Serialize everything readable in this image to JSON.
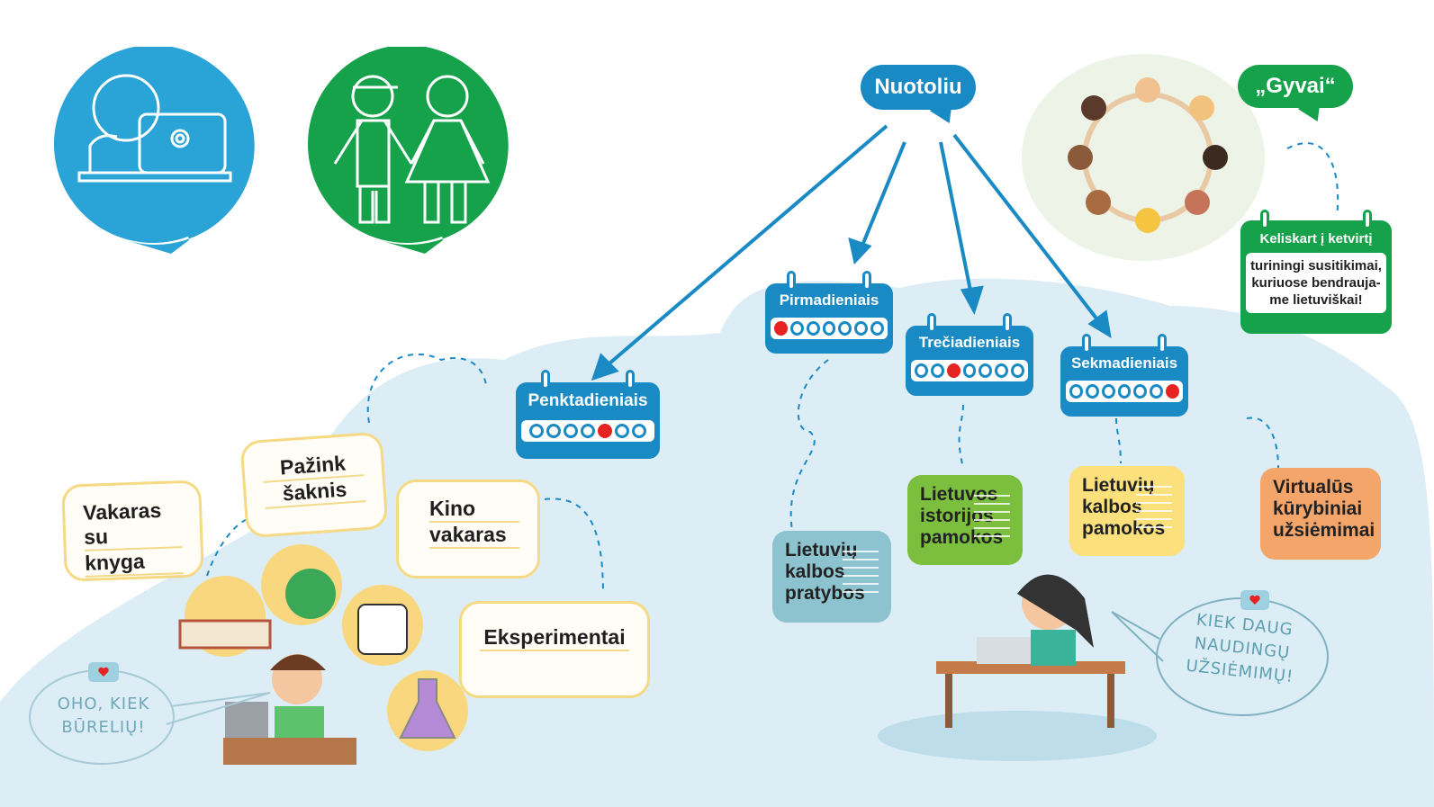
{
  "hub": {
    "label": "Nuotoliu",
    "color": "#1a8ac4"
  },
  "live": {
    "label": "„Gyvai“",
    "color": "#16a24a"
  },
  "icons": {
    "remote": "child-at-laptop-icon",
    "live": "two-children-icon"
  },
  "schedule": [
    {
      "day": "Pirmadieniais",
      "active_index": 0
    },
    {
      "day": "Trečiadieniais",
      "active_index": 2
    },
    {
      "day": "Penktadieniais",
      "active_index": 4
    },
    {
      "day": "Sekmadieniais",
      "active_index": 6
    }
  ],
  "live_calendar": {
    "title": "Keliskart į ketvirtį",
    "body": [
      "turiningi susitikimai,",
      "kuriuose bendrauja-",
      "me lietuviškai!"
    ]
  },
  "lessons": [
    {
      "text": [
        "Lietuvių",
        "kalbos",
        "pratybos"
      ],
      "color": "#8dc3cf"
    },
    {
      "text": [
        "Lietuvos",
        "istorijos",
        "pamokos"
      ],
      "color": "#7cbf3e"
    },
    {
      "text": [
        "Lietuvių",
        "kalbos",
        "pamokos"
      ],
      "color": "#fbe07c"
    },
    {
      "text": [
        "Virtualūs",
        "kūrybiniai",
        "užsiėmimai"
      ],
      "color": "#f3a56a"
    }
  ],
  "clubs": [
    {
      "text": [
        "Vakaras su",
        "knyga"
      ]
    },
    {
      "text": [
        "Pažink",
        "šaknis"
      ]
    },
    {
      "text": [
        "Kino",
        "vakaras"
      ]
    },
    {
      "text": [
        "Eksperimentai"
      ]
    }
  ],
  "comments": [
    {
      "text": [
        "OHO, KIEK",
        "BŪRELIŲ!"
      ]
    },
    {
      "text": [
        "KIEK DAUG",
        "NAUDINGŲ",
        "UŽSIĖMIMŲ!"
      ]
    }
  ]
}
